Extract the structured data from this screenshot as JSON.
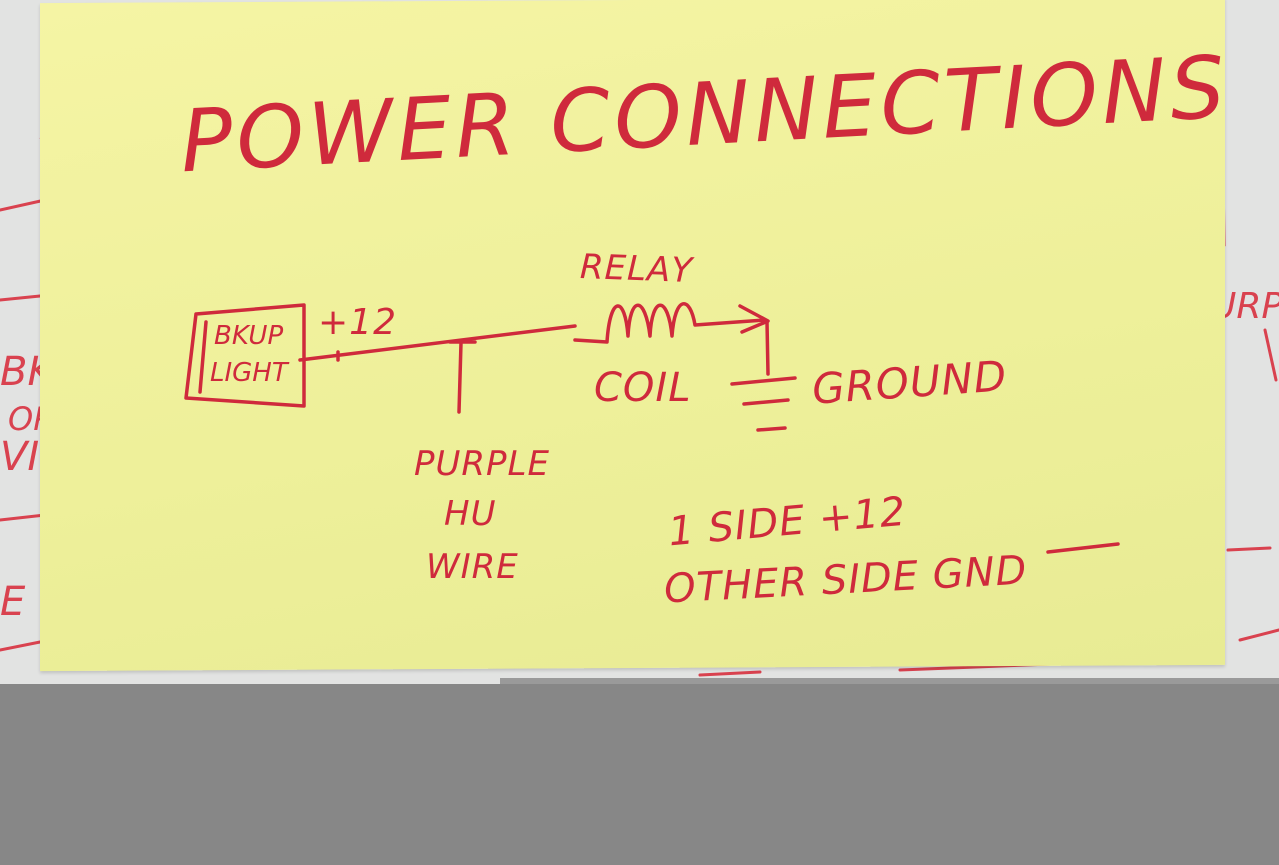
{
  "note": {
    "title": "POWER CONNECTIONS",
    "relay_label": "RELAY",
    "plus12": "+12",
    "bkup": "BKUP",
    "light": "LIGHT",
    "coil": "COIL",
    "ground": "GROUND",
    "purple": "PURPLE",
    "hu": "HU",
    "wire": "WIRE",
    "side_line1": "1 SIDE +12",
    "side_line2": "OTHER SIDE GND"
  },
  "colors": {
    "ink": "#cf2a3c",
    "sticky": "#f2f29e",
    "background_gray": "#878787"
  }
}
